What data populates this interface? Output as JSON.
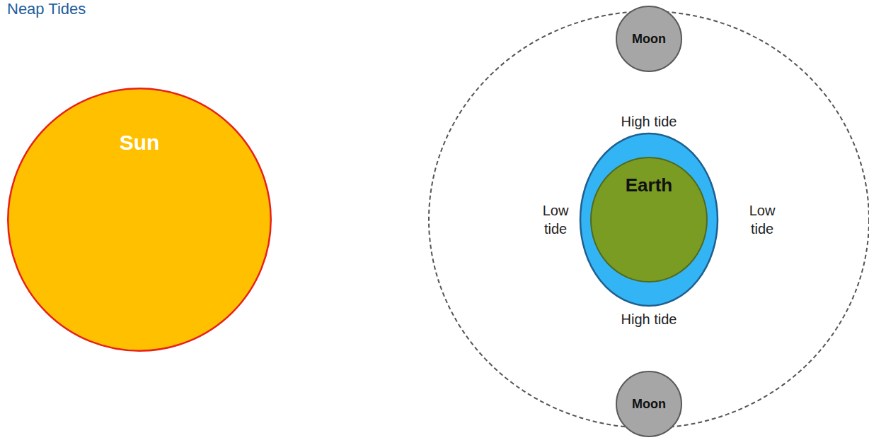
{
  "diagram": {
    "title": "Neap Tides",
    "nodes": [
      {
        "text": [
          "Sun"
        ]
      },
      {
        "text": [
          "Moon"
        ]
      },
      {
        "text": [
          "Earth"
        ]
      },
      {
        "text": [
          "Moon"
        ]
      }
    ],
    "labels": [
      "High tide",
      "Low tide",
      "Low tide",
      "High tide"
    ]
  }
}
